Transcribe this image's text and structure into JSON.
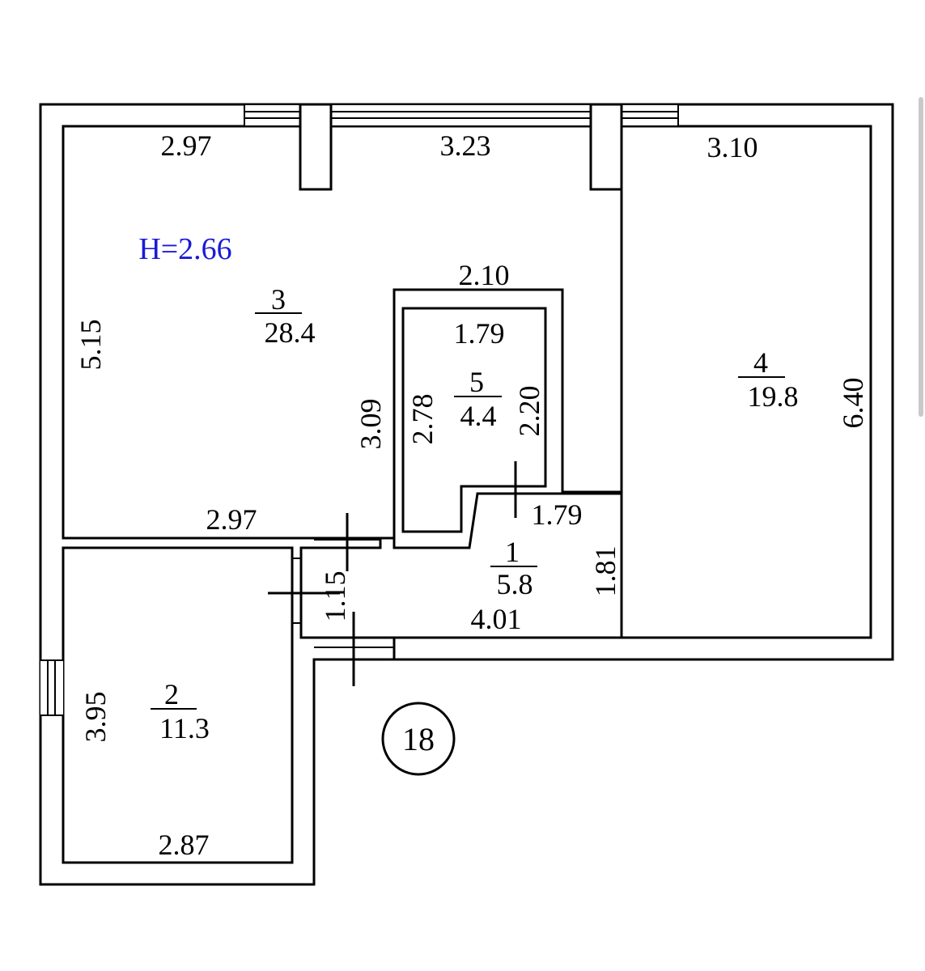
{
  "plan": {
    "height_label": "H=2.66",
    "height_color": "#1a1ad6",
    "apartment_number": "18",
    "rooms": [
      {
        "id": "room-1",
        "number": "1",
        "area": "5.8"
      },
      {
        "id": "room-2",
        "number": "2",
        "area": "11.3"
      },
      {
        "id": "room-3",
        "number": "3",
        "area": "28.4"
      },
      {
        "id": "room-4",
        "number": "4",
        "area": "19.8"
      },
      {
        "id": "room-5",
        "number": "5",
        "area": "4.4"
      }
    ],
    "dimensions": {
      "room3_top": "2.97",
      "window_center": "3.23",
      "room4_top": "3.10",
      "room3_left": "5.15",
      "bath_outer_top": "2.10",
      "bath_inner_top": "1.79",
      "bath_outer_left": "3.09",
      "bath_inner_left": "2.78",
      "bath_inner_right": "2.20",
      "room3_bottom": "2.97",
      "hall_top": "1.79",
      "hall_right": "1.81",
      "hall_left": "1.15",
      "hall_bottom": "4.01",
      "room4_right": "6.40",
      "room2_left": "3.95",
      "room2_bottom": "2.87"
    }
  }
}
